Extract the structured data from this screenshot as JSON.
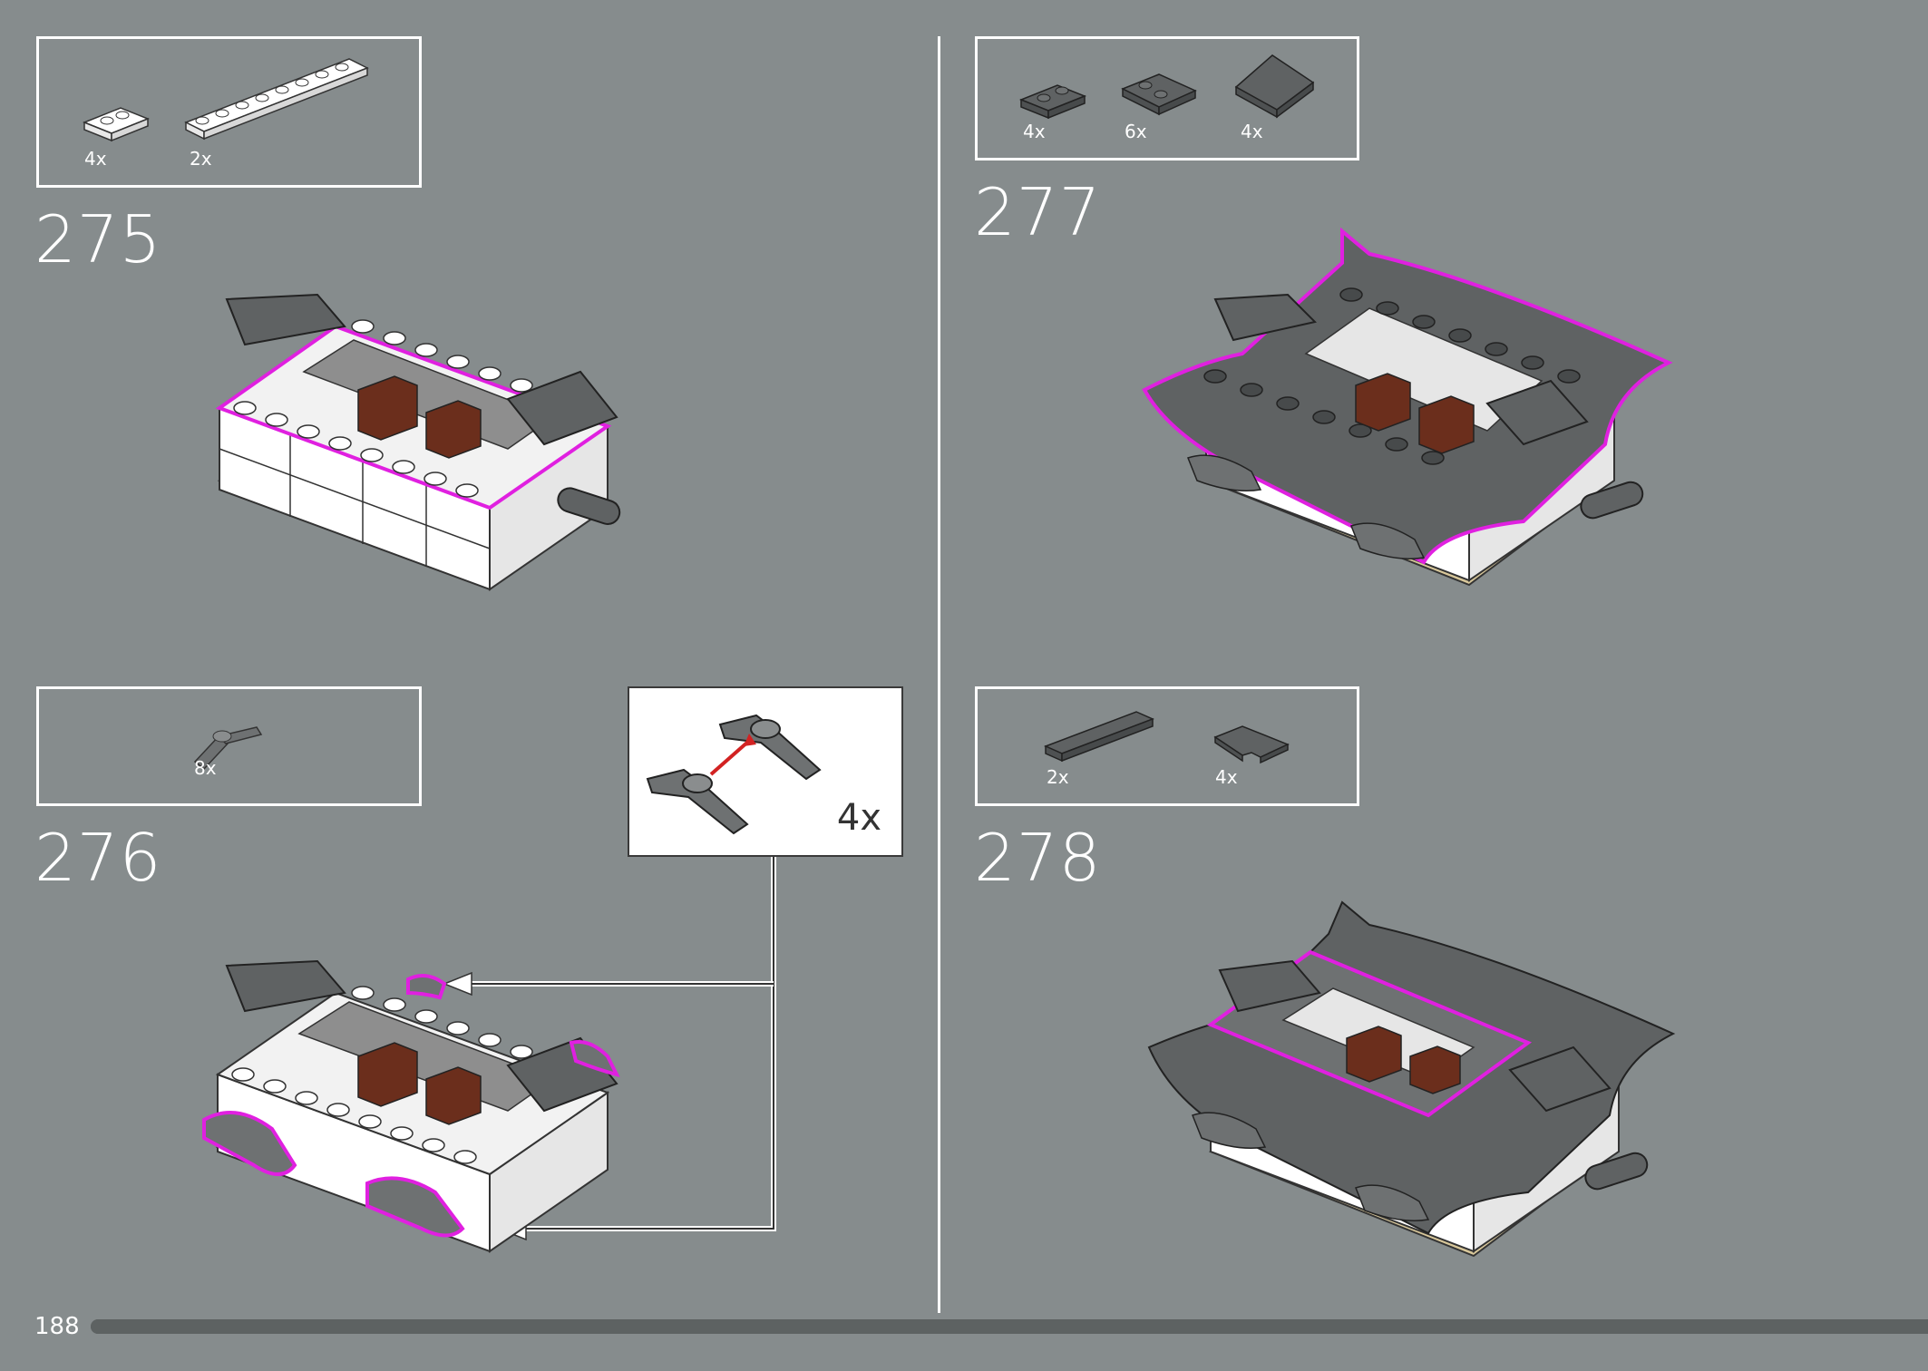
{
  "page_number": "188",
  "progress": 1.0,
  "steps": [
    {
      "number": "275",
      "parts": [
        {
          "qty": "4x",
          "part": "plate-1x2-white"
        },
        {
          "qty": "2x",
          "part": "plate-1x8-white"
        }
      ]
    },
    {
      "number": "276",
      "parts": [
        {
          "qty": "8x",
          "part": "bar-holder-clip-dark-grey"
        }
      ],
      "callout_qty": "4x"
    },
    {
      "number": "277",
      "parts": [
        {
          "qty": "4x",
          "part": "plate-1x2-dark-grey"
        },
        {
          "qty": "6x",
          "part": "plate-2x2-dark-grey"
        },
        {
          "qty": "4x",
          "part": "curved-roof-corner-dark-grey"
        }
      ]
    },
    {
      "number": "278",
      "parts": [
        {
          "qty": "2x",
          "part": "tile-1x6-dark-grey"
        },
        {
          "qty": "4x",
          "part": "tile-corner-dark-grey"
        }
      ]
    }
  ],
  "colors": {
    "background": "#868c8d",
    "highlight": "#e020e0",
    "dark_grey": "#5f6263",
    "white": "#ffffff",
    "reddish_brown": "#6b2e1c",
    "tan": "#d8c79a"
  }
}
